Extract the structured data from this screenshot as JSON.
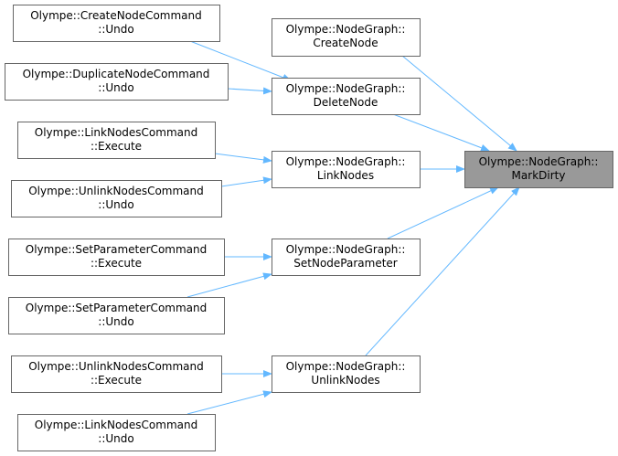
{
  "graph": {
    "target": {
      "line1": "Olympe::NodeGraph::",
      "line2": "MarkDirty"
    },
    "callers": [
      {
        "line1": "Olympe::NodeGraph::",
        "line2": "CreateNode"
      },
      {
        "line1": "Olympe::NodeGraph::",
        "line2": "DeleteNode"
      },
      {
        "line1": "Olympe::NodeGraph::",
        "line2": "LinkNodes"
      },
      {
        "line1": "Olympe::NodeGraph::",
        "line2": "SetNodeParameter"
      },
      {
        "line1": "Olympe::NodeGraph::",
        "line2": "UnlinkNodes"
      }
    ],
    "callers2": [
      {
        "line1": "Olympe::CreateNodeCommand",
        "line2": "::Undo"
      },
      {
        "line1": "Olympe::DuplicateNodeCommand",
        "line2": "::Undo"
      },
      {
        "line1": "Olympe::LinkNodesCommand",
        "line2": "::Execute"
      },
      {
        "line1": "Olympe::UnlinkNodesCommand",
        "line2": "::Undo"
      },
      {
        "line1": "Olympe::SetParameterCommand",
        "line2": "::Execute"
      },
      {
        "line1": "Olympe::SetParameterCommand",
        "line2": "::Undo"
      },
      {
        "line1": "Olympe::UnlinkNodesCommand",
        "line2": "::Execute"
      },
      {
        "line1": "Olympe::LinkNodesCommand",
        "line2": "::Undo"
      }
    ],
    "colors": {
      "edge": "#63b8ff",
      "target_fill": "#999999",
      "border": "#666666"
    }
  }
}
